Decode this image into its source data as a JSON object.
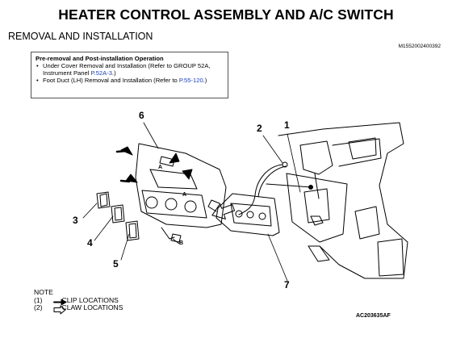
{
  "title": "HEATER CONTROL ASSEMBLY AND A/C SWITCH",
  "subtitle": "REMOVAL AND INSTALLATION",
  "doc_id": "M1552002400392",
  "pre_box": {
    "heading": "Pre-removal and Post-installation Operation",
    "item1_text": "Under Cover Removal and Installation (Refer to GROUP 52A, Instrument Panel ",
    "item1_link": "P.52A-3",
    "item1_end": ".)",
    "item2_text": "Foot Duct (LH) Removal and Installation (Refer to ",
    "item2_link": "P.55-120",
    "item2_end": ".)"
  },
  "callouts": [
    "1",
    "2",
    "3",
    "4",
    "5",
    "6",
    "7"
  ],
  "diagram_labels": {
    "a": "A",
    "b": "B"
  },
  "note": {
    "heading": "NOTE",
    "line1_num": "(1)",
    "line1_text": "CLIP LOCATIONS",
    "line2_num": "(2)",
    "line2_text": "CLAW LOCATIONS"
  },
  "figure_id": "AC203635AF"
}
